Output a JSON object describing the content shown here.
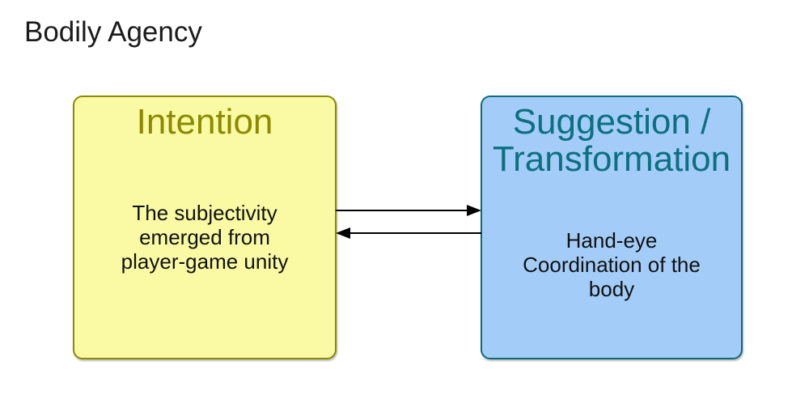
{
  "page": {
    "title": "Bodily Agency"
  },
  "diagram": {
    "boxes": [
      {
        "id": "intention",
        "title": "Intention",
        "body_lines": [
          "The subjectivity",
          "emerged from",
          "player-game unity"
        ],
        "fill_color": "#fafaa5",
        "border_color": "#8c8a00",
        "title_color": "#8c8a00"
      },
      {
        "id": "suggestion-transformation",
        "title_lines": [
          "Suggestion /",
          "Transformation"
        ],
        "body_lines": [
          "Hand-eye",
          "Coordination of the",
          "body"
        ],
        "fill_color": "#a3cdf8",
        "border_color": "#0b6b7b",
        "title_color": "#0d7080"
      }
    ],
    "connectors": [
      {
        "name": "top-arrow",
        "from": "Intention",
        "to": "Suggestion / Transformation",
        "direction": "right",
        "color": "#000000"
      },
      {
        "name": "bottom-arrow",
        "from": "Suggestion / Transformation",
        "to": "Intention",
        "direction": "left",
        "color": "#000000"
      }
    ]
  }
}
